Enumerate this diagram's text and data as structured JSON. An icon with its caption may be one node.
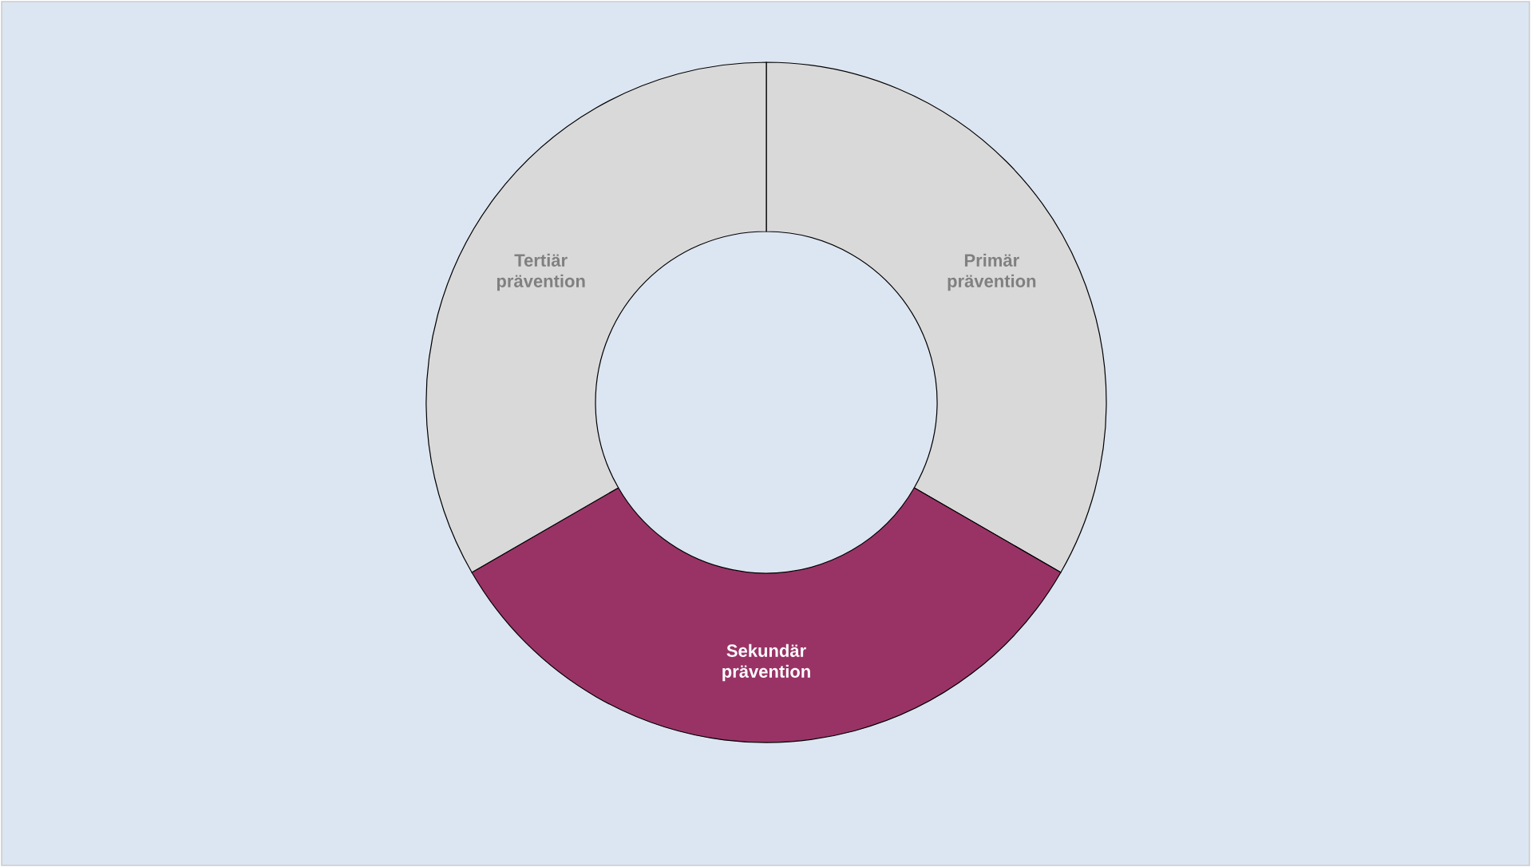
{
  "diagram": {
    "nodes": [
      {
        "text": [
          "Primär prävention"
        ]
      },
      {
        "text": [
          "Sekundär prävention"
        ]
      },
      {
        "text": [
          "Tertiär prävention"
        ]
      }
    ]
  }
}
